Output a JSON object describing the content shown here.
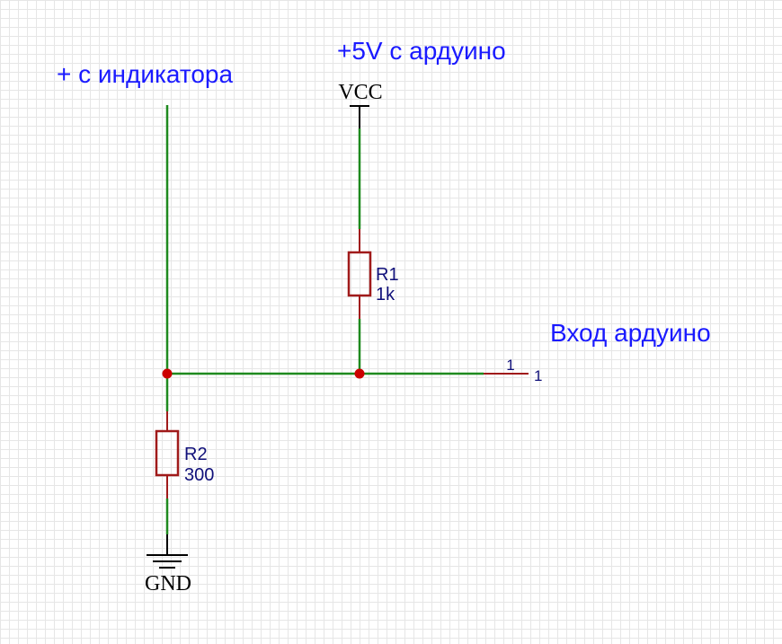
{
  "annotations": {
    "indicator_plus": "+ с индикатора",
    "arduino_5v": "+5V с ардуино",
    "arduino_input": "Вход ардуино"
  },
  "power": {
    "vcc_label": "VCC",
    "gnd_label": "GND"
  },
  "components": {
    "r1": {
      "ref": "R1",
      "value": "1k"
    },
    "r2": {
      "ref": "R2",
      "value": "300"
    }
  },
  "connector": {
    "pin_number": "1",
    "net_name": "1"
  },
  "colors": {
    "wire": "#1f8a1f",
    "component": "#a01a1a",
    "junction": "#cc0000",
    "annotation": "#1a1aff",
    "label": "#10107a"
  }
}
